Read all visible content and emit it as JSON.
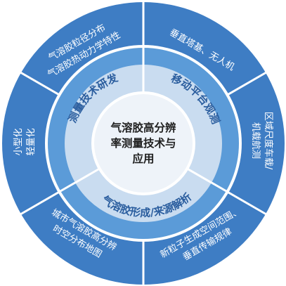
{
  "center": {
    "lines": [
      "气溶胶高分辨",
      "率测量技术与",
      "应用"
    ]
  },
  "ring": {
    "labels": [
      "测量技术研发",
      "移动平台观测",
      "气溶胶形成/来源解析"
    ]
  },
  "outer_segments": [
    {
      "id": "particle-size",
      "lines": [
        "气溶胶粒径分布",
        "气溶胶热动力学特性"
      ]
    },
    {
      "id": "vertical-tower",
      "lines": [
        "垂直塔基、无人机"
      ]
    },
    {
      "id": "regional-scale",
      "lines": [
        "区域尺度车载/",
        "机载航测"
      ]
    },
    {
      "id": "new-particle",
      "lines": [
        "新粒子生成空间范围、",
        "垂直传输规律"
      ]
    },
    {
      "id": "city-map",
      "lines": [
        "城市气溶胶高分辨",
        "时空分布地图"
      ]
    },
    {
      "id": "miniaturization",
      "lines": [
        "小型化",
        "轻量化"
      ]
    }
  ],
  "colors": {
    "outer_ring": "#3e7dc4",
    "mid_ring": "#5b9bd8",
    "inner_disc": "#c9dcf0",
    "center_disc": "#eef3f9",
    "ring_text": "#2a5d9e"
  }
}
